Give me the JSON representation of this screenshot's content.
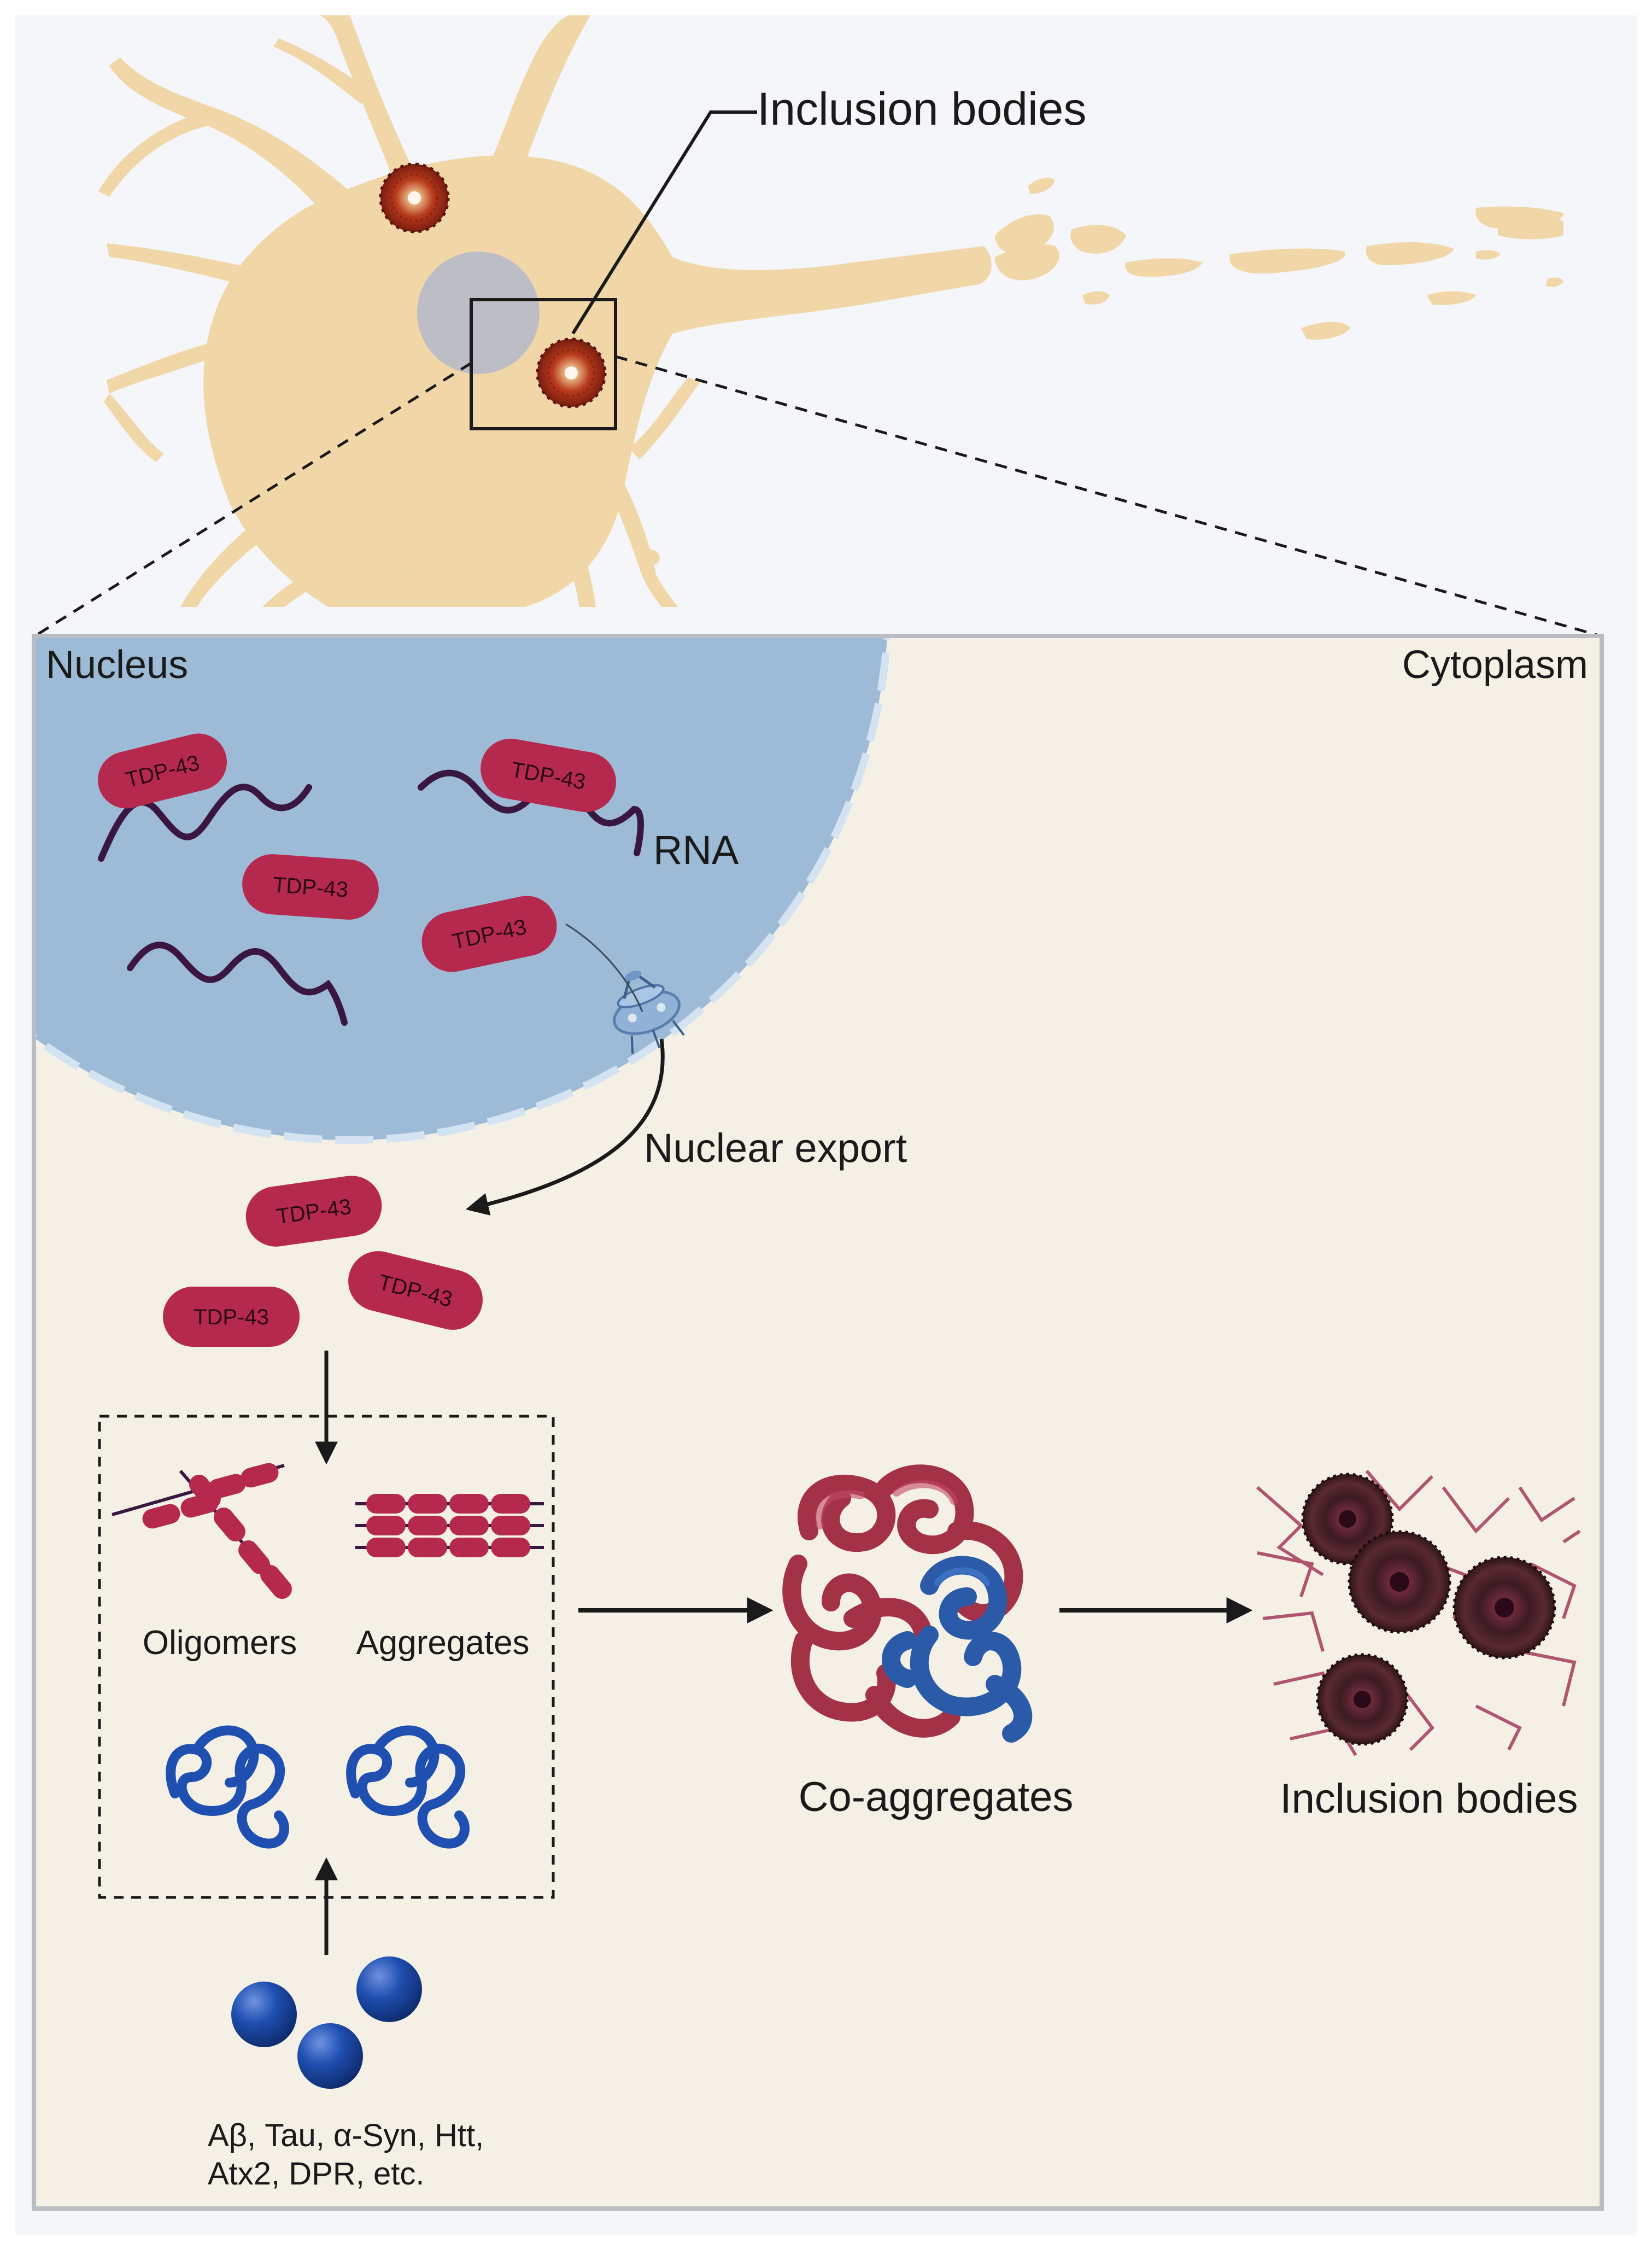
{
  "colors": {
    "page_bg": "#f5f6f9",
    "neuron": "#f1d7a8",
    "nucleus_soma": "#b8bcc6",
    "nucleus_panel": "#9dbbd7",
    "nuclear_envelope": "#c9dcec",
    "cytoplasm": "#f4f0e6",
    "tdp43": "#b5294f",
    "rna": "#3a1740",
    "partner_protein": "#1f4fb0",
    "aggregate_red": "#a33247",
    "aggregate_blue": "#2a5aa8",
    "inclusion_dark": "#5b1530",
    "frame": "#b9bcc2"
  },
  "icons": [
    "neuron-icon",
    "inclusion-body-icon",
    "nuclear-pore-icon",
    "tdp43-pill-icon",
    "rna-strand-icon",
    "oligomer-icon",
    "aggregate-icon",
    "misfolded-protein-icon",
    "protein-sphere-icon",
    "co-aggregate-icon"
  ],
  "top": {
    "callout_label": "Inclusion bodies"
  },
  "panel": {
    "nucleus_label": "Nucleus",
    "cytoplasm_label": "Cytoplasm",
    "rna_label": "RNA",
    "nuclear_export_label": "Nuclear export",
    "tdp43_label": "TDP-43",
    "oligomers_label": "Oligomers",
    "aggregates_label": "Aggregates",
    "co_aggregates_label": "Co-aggregates",
    "inclusion_bodies_label": "Inclusion bodies",
    "partners_line1": "Aβ, Tau,  α-Syn, Htt,",
    "partners_line2": "Atx2, DPR, etc."
  }
}
